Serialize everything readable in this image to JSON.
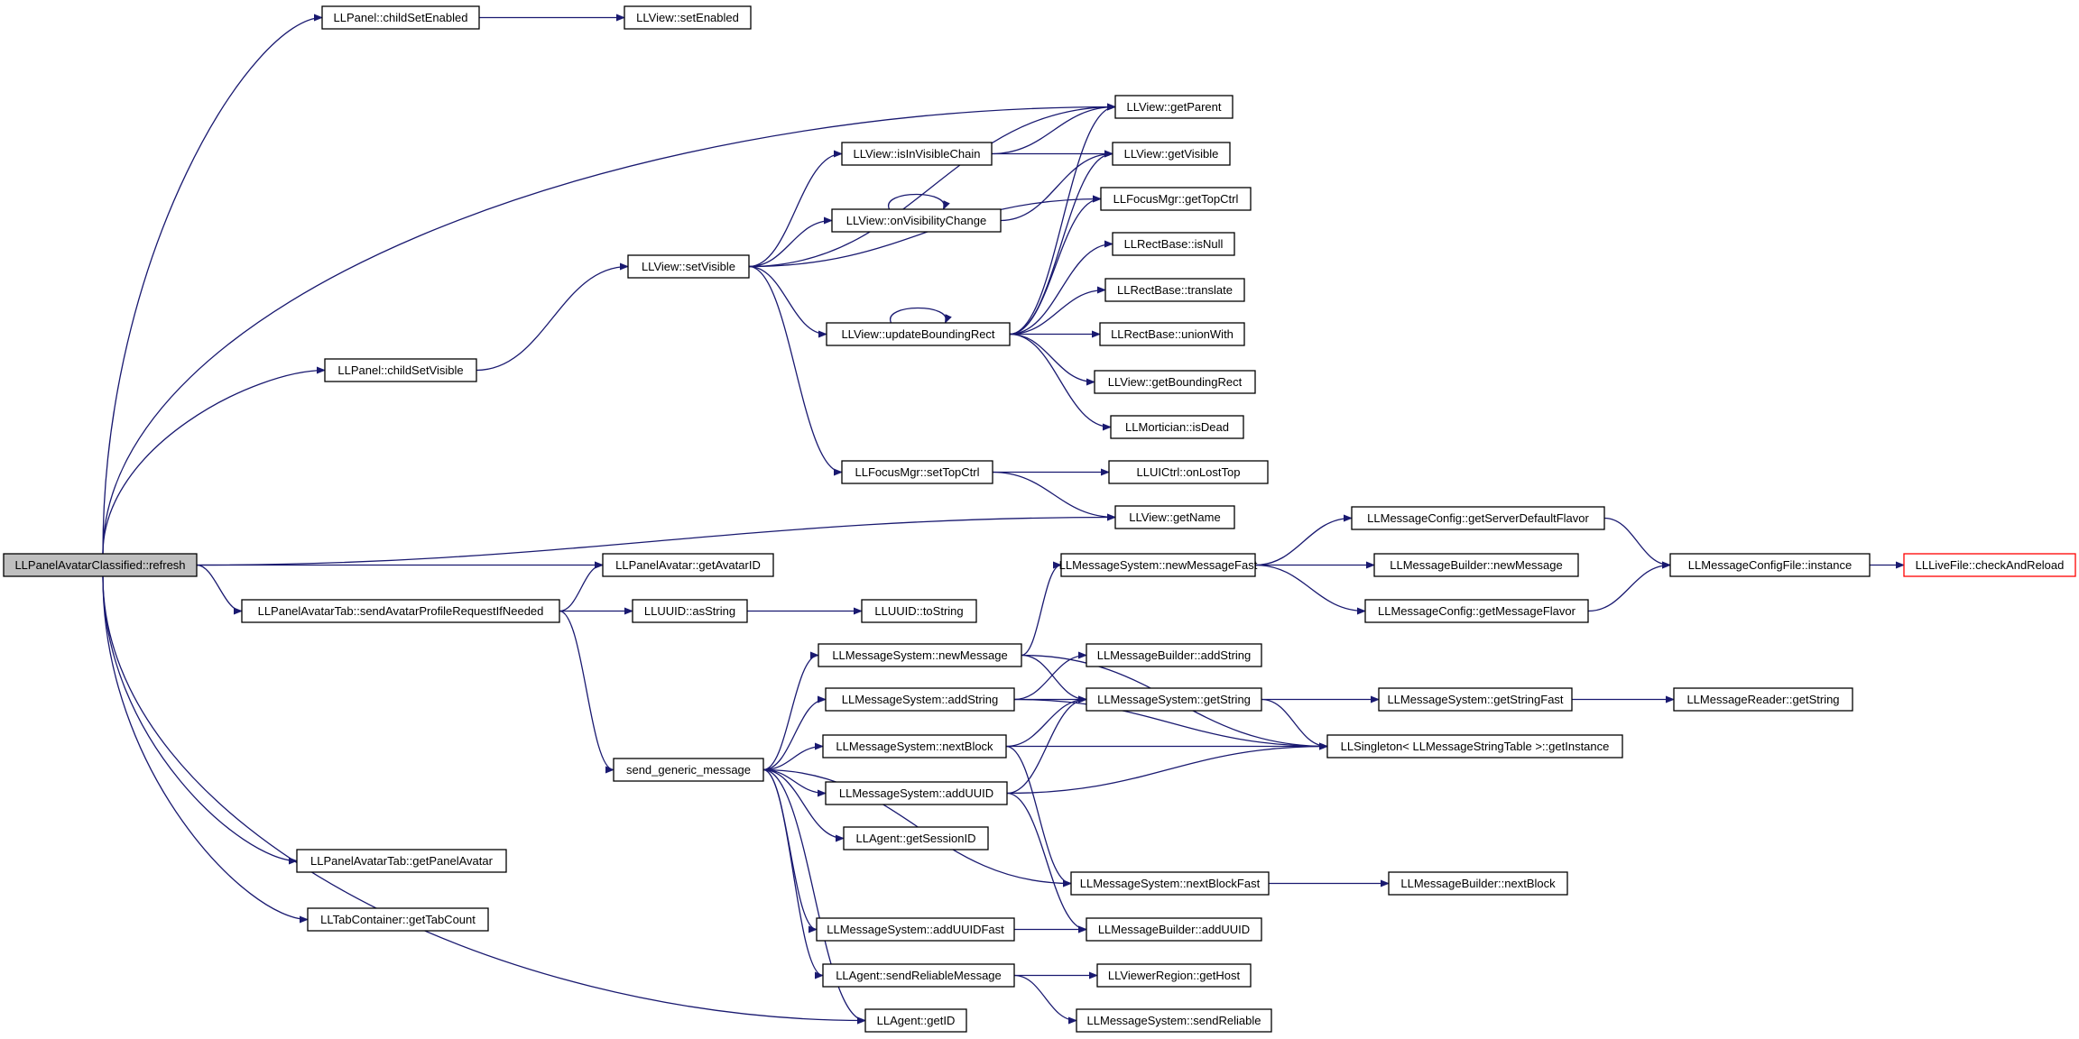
{
  "diagram": {
    "type": "call-graph",
    "nodes": [
      {
        "id": "root",
        "label": "LLPanelAvatarClassified::refresh",
        "style": "root"
      },
      {
        "id": "childSetEnabled",
        "label": "LLPanel::childSetEnabled"
      },
      {
        "id": "setEnabled",
        "label": "LLView::setEnabled"
      },
      {
        "id": "getParent",
        "label": "LLView::getParent"
      },
      {
        "id": "isInVisibleChain",
        "label": "LLView::isInVisibleChain"
      },
      {
        "id": "getVisible",
        "label": "LLView::getVisible"
      },
      {
        "id": "onVisibilityChange",
        "label": "LLView::onVisibilityChange"
      },
      {
        "id": "getTopCtrl",
        "label": "LLFocusMgr::getTopCtrl"
      },
      {
        "id": "setVisible",
        "label": "LLView::setVisible"
      },
      {
        "id": "isNull",
        "label": "LLRectBase::isNull"
      },
      {
        "id": "translate",
        "label": "LLRectBase::translate"
      },
      {
        "id": "updateBoundingRect",
        "label": "LLView::updateBoundingRect"
      },
      {
        "id": "unionWith",
        "label": "LLRectBase::unionWith"
      },
      {
        "id": "childSetVisible",
        "label": "LLPanel::childSetVisible"
      },
      {
        "id": "getBoundingRect",
        "label": "LLView::getBoundingRect"
      },
      {
        "id": "isDead",
        "label": "LLMortician::isDead"
      },
      {
        "id": "setTopCtrl",
        "label": "LLFocusMgr::setTopCtrl"
      },
      {
        "id": "onLostTop",
        "label": "LLUICtrl::onLostTop"
      },
      {
        "id": "getName",
        "label": "LLView::getName"
      },
      {
        "id": "getServerDefaultFlavor",
        "label": "LLMessageConfig::getServerDefaultFlavor"
      },
      {
        "id": "getAvatarID",
        "label": "LLPanelAvatar::getAvatarID"
      },
      {
        "id": "newMessageFast",
        "label": "LLMessageSystem::newMessageFast"
      },
      {
        "id": "builderNewMessage",
        "label": "LLMessageBuilder::newMessage"
      },
      {
        "id": "configInstance",
        "label": "LLMessageConfigFile::instance"
      },
      {
        "id": "checkAndReload",
        "label": "LLLiveFile::checkAndReload",
        "style": "trunc"
      },
      {
        "id": "sendAvatarProfile",
        "label": "LLPanelAvatarTab::sendAvatarProfileRequestIfNeeded"
      },
      {
        "id": "asString",
        "label": "LLUUID::asString"
      },
      {
        "id": "toString",
        "label": "LLUUID::toString"
      },
      {
        "id": "getMessageFlavor",
        "label": "LLMessageConfig::getMessageFlavor"
      },
      {
        "id": "newMessage",
        "label": "LLMessageSystem::newMessage"
      },
      {
        "id": "builderAddString",
        "label": "LLMessageBuilder::addString"
      },
      {
        "id": "addString",
        "label": "LLMessageSystem::addString"
      },
      {
        "id": "getString",
        "label": "LLMessageSystem::getString"
      },
      {
        "id": "getStringFast",
        "label": "LLMessageSystem::getStringFast"
      },
      {
        "id": "readerGetString",
        "label": "LLMessageReader::getString"
      },
      {
        "id": "nextBlock",
        "label": "LLMessageSystem::nextBlock"
      },
      {
        "id": "getInstance",
        "label": "LLSingleton< LLMessageStringTable >::getInstance"
      },
      {
        "id": "sendGeneric",
        "label": "send_generic_message"
      },
      {
        "id": "addUUID",
        "label": "LLMessageSystem::addUUID"
      },
      {
        "id": "getSessionID",
        "label": "LLAgent::getSessionID"
      },
      {
        "id": "getPanelAvatar",
        "label": "LLPanelAvatarTab::getPanelAvatar"
      },
      {
        "id": "nextBlockFast",
        "label": "LLMessageSystem::nextBlockFast"
      },
      {
        "id": "builderNextBlock",
        "label": "LLMessageBuilder::nextBlock"
      },
      {
        "id": "getTabCount",
        "label": "LLTabContainer::getTabCount"
      },
      {
        "id": "addUUIDFast",
        "label": "LLMessageSystem::addUUIDFast"
      },
      {
        "id": "builderAddUUID",
        "label": "LLMessageBuilder::addUUID"
      },
      {
        "id": "sendReliableMessage",
        "label": "LLAgent::sendReliableMessage"
      },
      {
        "id": "getHost",
        "label": "LLViewerRegion::getHost"
      },
      {
        "id": "getID",
        "label": "LLAgent::getID"
      },
      {
        "id": "sendReliable",
        "label": "LLMessageSystem::sendReliable"
      }
    ],
    "edges": [
      [
        "root",
        "childSetEnabled"
      ],
      [
        "root",
        "getParent"
      ],
      [
        "root",
        "childSetVisible"
      ],
      [
        "root",
        "getName"
      ],
      [
        "root",
        "getAvatarID"
      ],
      [
        "root",
        "sendAvatarProfile"
      ],
      [
        "root",
        "getPanelAvatar"
      ],
      [
        "root",
        "getTabCount"
      ],
      [
        "root",
        "getID"
      ],
      [
        "childSetEnabled",
        "setEnabled"
      ],
      [
        "childSetVisible",
        "setVisible"
      ],
      [
        "setVisible",
        "getParent"
      ],
      [
        "setVisible",
        "isInVisibleChain"
      ],
      [
        "setVisible",
        "onVisibilityChange"
      ],
      [
        "setVisible",
        "getTopCtrl"
      ],
      [
        "setVisible",
        "updateBoundingRect"
      ],
      [
        "setVisible",
        "setTopCtrl"
      ],
      [
        "isInVisibleChain",
        "getParent"
      ],
      [
        "isInVisibleChain",
        "getVisible"
      ],
      [
        "onVisibilityChange",
        "onVisibilityChange"
      ],
      [
        "onVisibilityChange",
        "getVisible"
      ],
      [
        "updateBoundingRect",
        "updateBoundingRect"
      ],
      [
        "updateBoundingRect",
        "getParent"
      ],
      [
        "updateBoundingRect",
        "getVisible"
      ],
      [
        "updateBoundingRect",
        "getTopCtrl"
      ],
      [
        "updateBoundingRect",
        "isNull"
      ],
      [
        "updateBoundingRect",
        "translate"
      ],
      [
        "updateBoundingRect",
        "unionWith"
      ],
      [
        "updateBoundingRect",
        "getBoundingRect"
      ],
      [
        "updateBoundingRect",
        "isDead"
      ],
      [
        "setTopCtrl",
        "onLostTop"
      ],
      [
        "setTopCtrl",
        "getName"
      ],
      [
        "sendAvatarProfile",
        "getAvatarID"
      ],
      [
        "sendAvatarProfile",
        "asString"
      ],
      [
        "sendAvatarProfile",
        "sendGeneric"
      ],
      [
        "asString",
        "toString"
      ],
      [
        "sendGeneric",
        "newMessage"
      ],
      [
        "sendGeneric",
        "addString"
      ],
      [
        "sendGeneric",
        "nextBlock"
      ],
      [
        "sendGeneric",
        "addUUID"
      ],
      [
        "sendGeneric",
        "getSessionID"
      ],
      [
        "sendGeneric",
        "nextBlockFast"
      ],
      [
        "sendGeneric",
        "addUUIDFast"
      ],
      [
        "sendGeneric",
        "sendReliableMessage"
      ],
      [
        "sendGeneric",
        "getID"
      ],
      [
        "newMessage",
        "newMessageFast"
      ],
      [
        "newMessage",
        "getString"
      ],
      [
        "newMessage",
        "getInstance"
      ],
      [
        "newMessageFast",
        "getServerDefaultFlavor"
      ],
      [
        "newMessageFast",
        "builderNewMessage"
      ],
      [
        "newMessageFast",
        "getMessageFlavor"
      ],
      [
        "getServerDefaultFlavor",
        "configInstance"
      ],
      [
        "getMessageFlavor",
        "configInstance"
      ],
      [
        "configInstance",
        "checkAndReload"
      ],
      [
        "addString",
        "builderAddString"
      ],
      [
        "addString",
        "getString"
      ],
      [
        "addString",
        "getInstance"
      ],
      [
        "getString",
        "getStringFast"
      ],
      [
        "getString",
        "getInstance"
      ],
      [
        "getStringFast",
        "readerGetString"
      ],
      [
        "nextBlock",
        "getString"
      ],
      [
        "nextBlock",
        "getInstance"
      ],
      [
        "nextBlock",
        "nextBlockFast"
      ],
      [
        "addUUID",
        "getString"
      ],
      [
        "addUUID",
        "getInstance"
      ],
      [
        "addUUID",
        "builderAddUUID"
      ],
      [
        "nextBlockFast",
        "builderNextBlock"
      ],
      [
        "addUUIDFast",
        "builderAddUUID"
      ],
      [
        "sendReliableMessage",
        "getHost"
      ],
      [
        "sendReliableMessage",
        "sendReliable"
      ]
    ]
  }
}
